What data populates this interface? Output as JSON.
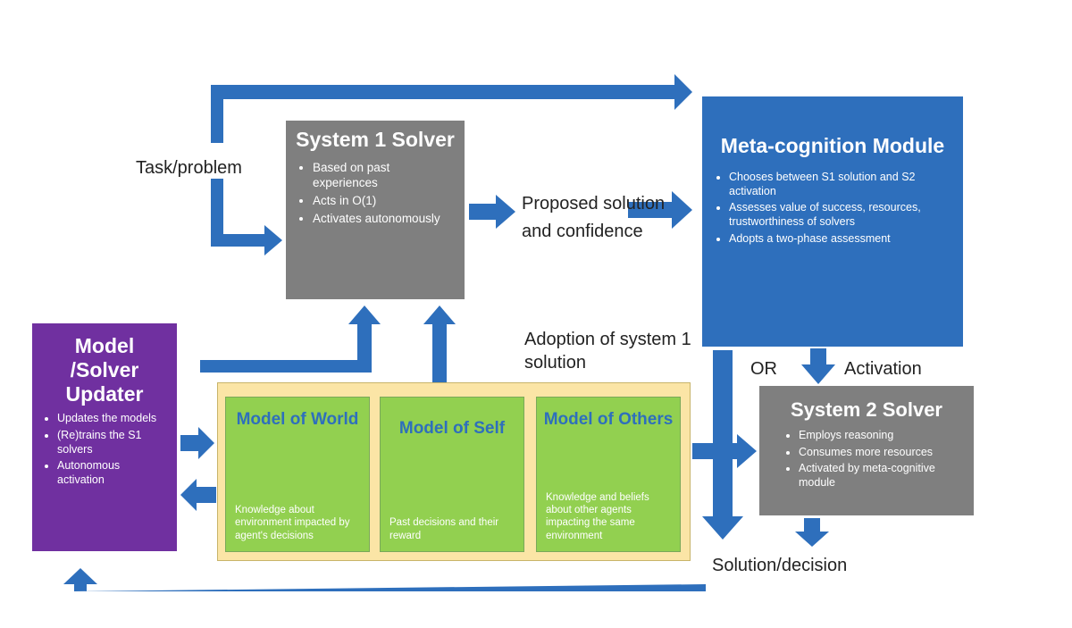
{
  "system1": {
    "title": "System 1 Solver",
    "bullets": [
      "Based on past experiences",
      "Acts in O(1)",
      "Activates autonomously"
    ]
  },
  "meta": {
    "title": "Meta-cognition Module",
    "bullets": [
      "Chooses between S1 solution and S2 activation",
      "Assesses value of success, resources, trustworthiness of solvers",
      "Adopts a two-phase assessment"
    ]
  },
  "system2": {
    "title": "System 2 Solver",
    "bullets": [
      "Employs reasoning",
      "Consumes more resources",
      "Activated by meta-cognitive module"
    ]
  },
  "updater": {
    "title": "Model /Solver Updater",
    "bullets": [
      "Updates the models",
      "(Re)trains the S1 solvers",
      "Autonomous activation"
    ]
  },
  "models": [
    {
      "title": "Model of World",
      "desc": "Knowledge about environment impacted by agent's decisions"
    },
    {
      "title": "Model of Self",
      "desc": "Past decisions and their reward"
    },
    {
      "title": "Model of Others",
      "desc": "Knowledge and beliefs about other agents impacting the same environment"
    }
  ],
  "labels": {
    "task": "Task/problem",
    "proposed": "Proposed solution and confidence",
    "adoption": "Adoption of system 1 solution",
    "or": "OR",
    "activation": "Activation",
    "solution": "Solution/decision"
  },
  "colors": {
    "arrow": "#2e6fbc",
    "system1": "#7f7f7f",
    "meta": "#2e6fbc",
    "system2": "#7f7f7f",
    "updater": "#7030a0",
    "model_container": "#fbe5a6",
    "model": "#92d050",
    "model_title": "#2e6fbc"
  }
}
